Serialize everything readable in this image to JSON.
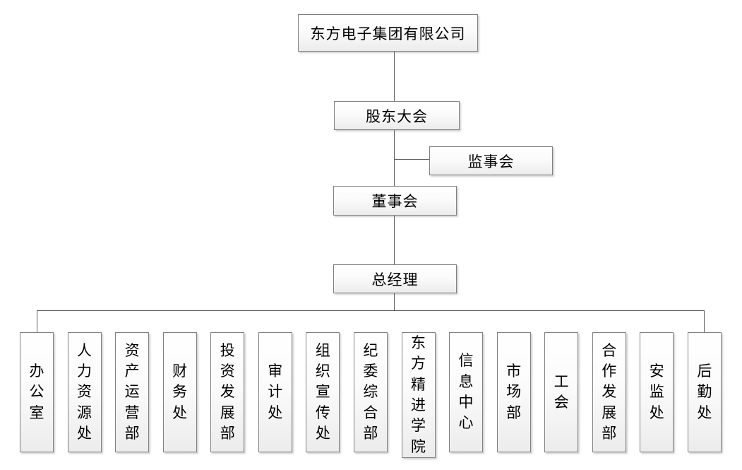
{
  "chart": {
    "company": "东方电子集团有限公司",
    "shareholders_meeting": "股东大会",
    "supervisory_board": "监事会",
    "board_of_directors": "董事会",
    "general_manager": "总经理",
    "departments": [
      {
        "label": "办公室"
      },
      {
        "label": "人力资源处"
      },
      {
        "label": "资产运营部"
      },
      {
        "label": "财务处"
      },
      {
        "label": "投资发展部"
      },
      {
        "label": "审计处"
      },
      {
        "label": "组织宣传处"
      },
      {
        "label": "纪委综合部"
      },
      {
        "label": "东方精进学院"
      },
      {
        "label": "信息中心"
      },
      {
        "label": "市场部"
      },
      {
        "label": "工会"
      },
      {
        "label": "合作发展部"
      },
      {
        "label": "安监处"
      },
      {
        "label": "后勤处"
      }
    ]
  }
}
